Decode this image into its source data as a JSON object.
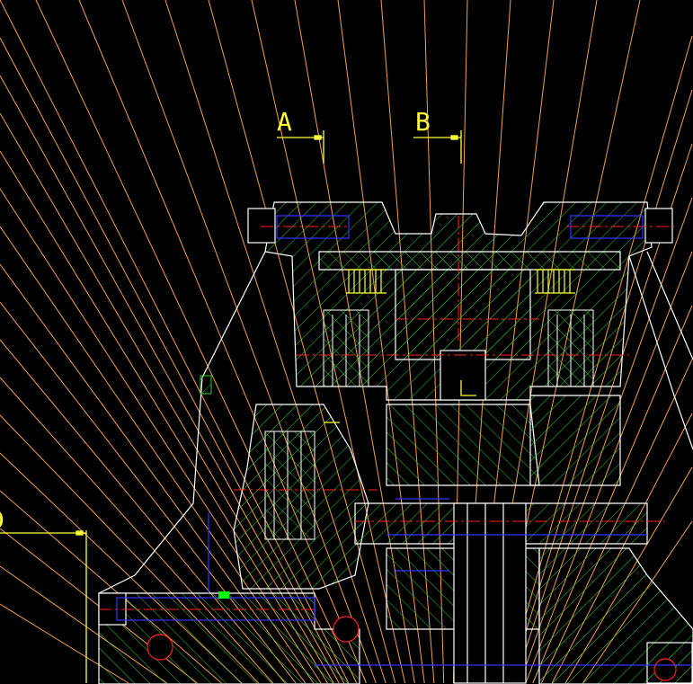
{
  "drawing": {
    "section_labels": [
      "A",
      "B",
      "D"
    ],
    "colors": {
      "background": "#000000",
      "outline": "#ffffff",
      "hatch": "#33cc33",
      "leader": "#f0a050",
      "centerline": "#ff2020",
      "hidden": "#3333ff",
      "annotation": "#ffff33",
      "highlight": "#00ff00"
    }
  }
}
